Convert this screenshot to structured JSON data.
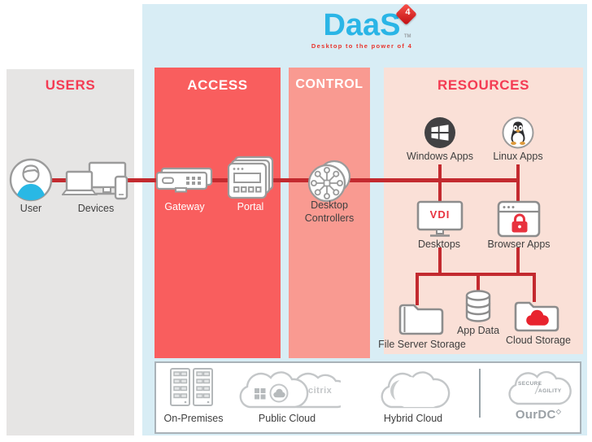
{
  "logo": {
    "name": "DaaS",
    "tm": "TM",
    "badge": "4",
    "tagline": "Desktop to the power of 4"
  },
  "sections": {
    "users": {
      "title": "USERS"
    },
    "access": {
      "title": "ACCESS"
    },
    "control": {
      "title": "CONTROL"
    },
    "resources": {
      "title": "RESOURCES"
    }
  },
  "nodes": {
    "user": "User",
    "devices": "Devices",
    "gateway": "Gateway",
    "portal": "Portal",
    "controllers": "Desktop Controllers",
    "windows": "Windows Apps",
    "linux": "Linux Apps",
    "vdi": "VDI",
    "desktops": "Desktops",
    "browser": "Browser Apps",
    "fileserver": "File Server Storage",
    "appdata": "App Data",
    "cloudstorage": "Cloud Storage"
  },
  "infra": {
    "onprem": "On-Premises",
    "publiccloud": "Public Cloud",
    "brand": "citrix",
    "hybrid": "Hybrid Cloud",
    "ourdc": "OurDC",
    "ourdc_sup": "◇",
    "secure": "SECURE",
    "agility": "AGILITY"
  },
  "colors": {
    "canvas_blue": "#d8edf5",
    "panel_users": "#e6e5e4",
    "panel_access": "#f95e5e",
    "panel_control": "#f99a91",
    "panel_resources": "#fae0d7",
    "line_red": "#c32a2f",
    "title_red": "#f43b53",
    "logo_blue": "#2ab5e6",
    "lock_red": "#e8333f",
    "cloud_red": "#e8232e"
  }
}
